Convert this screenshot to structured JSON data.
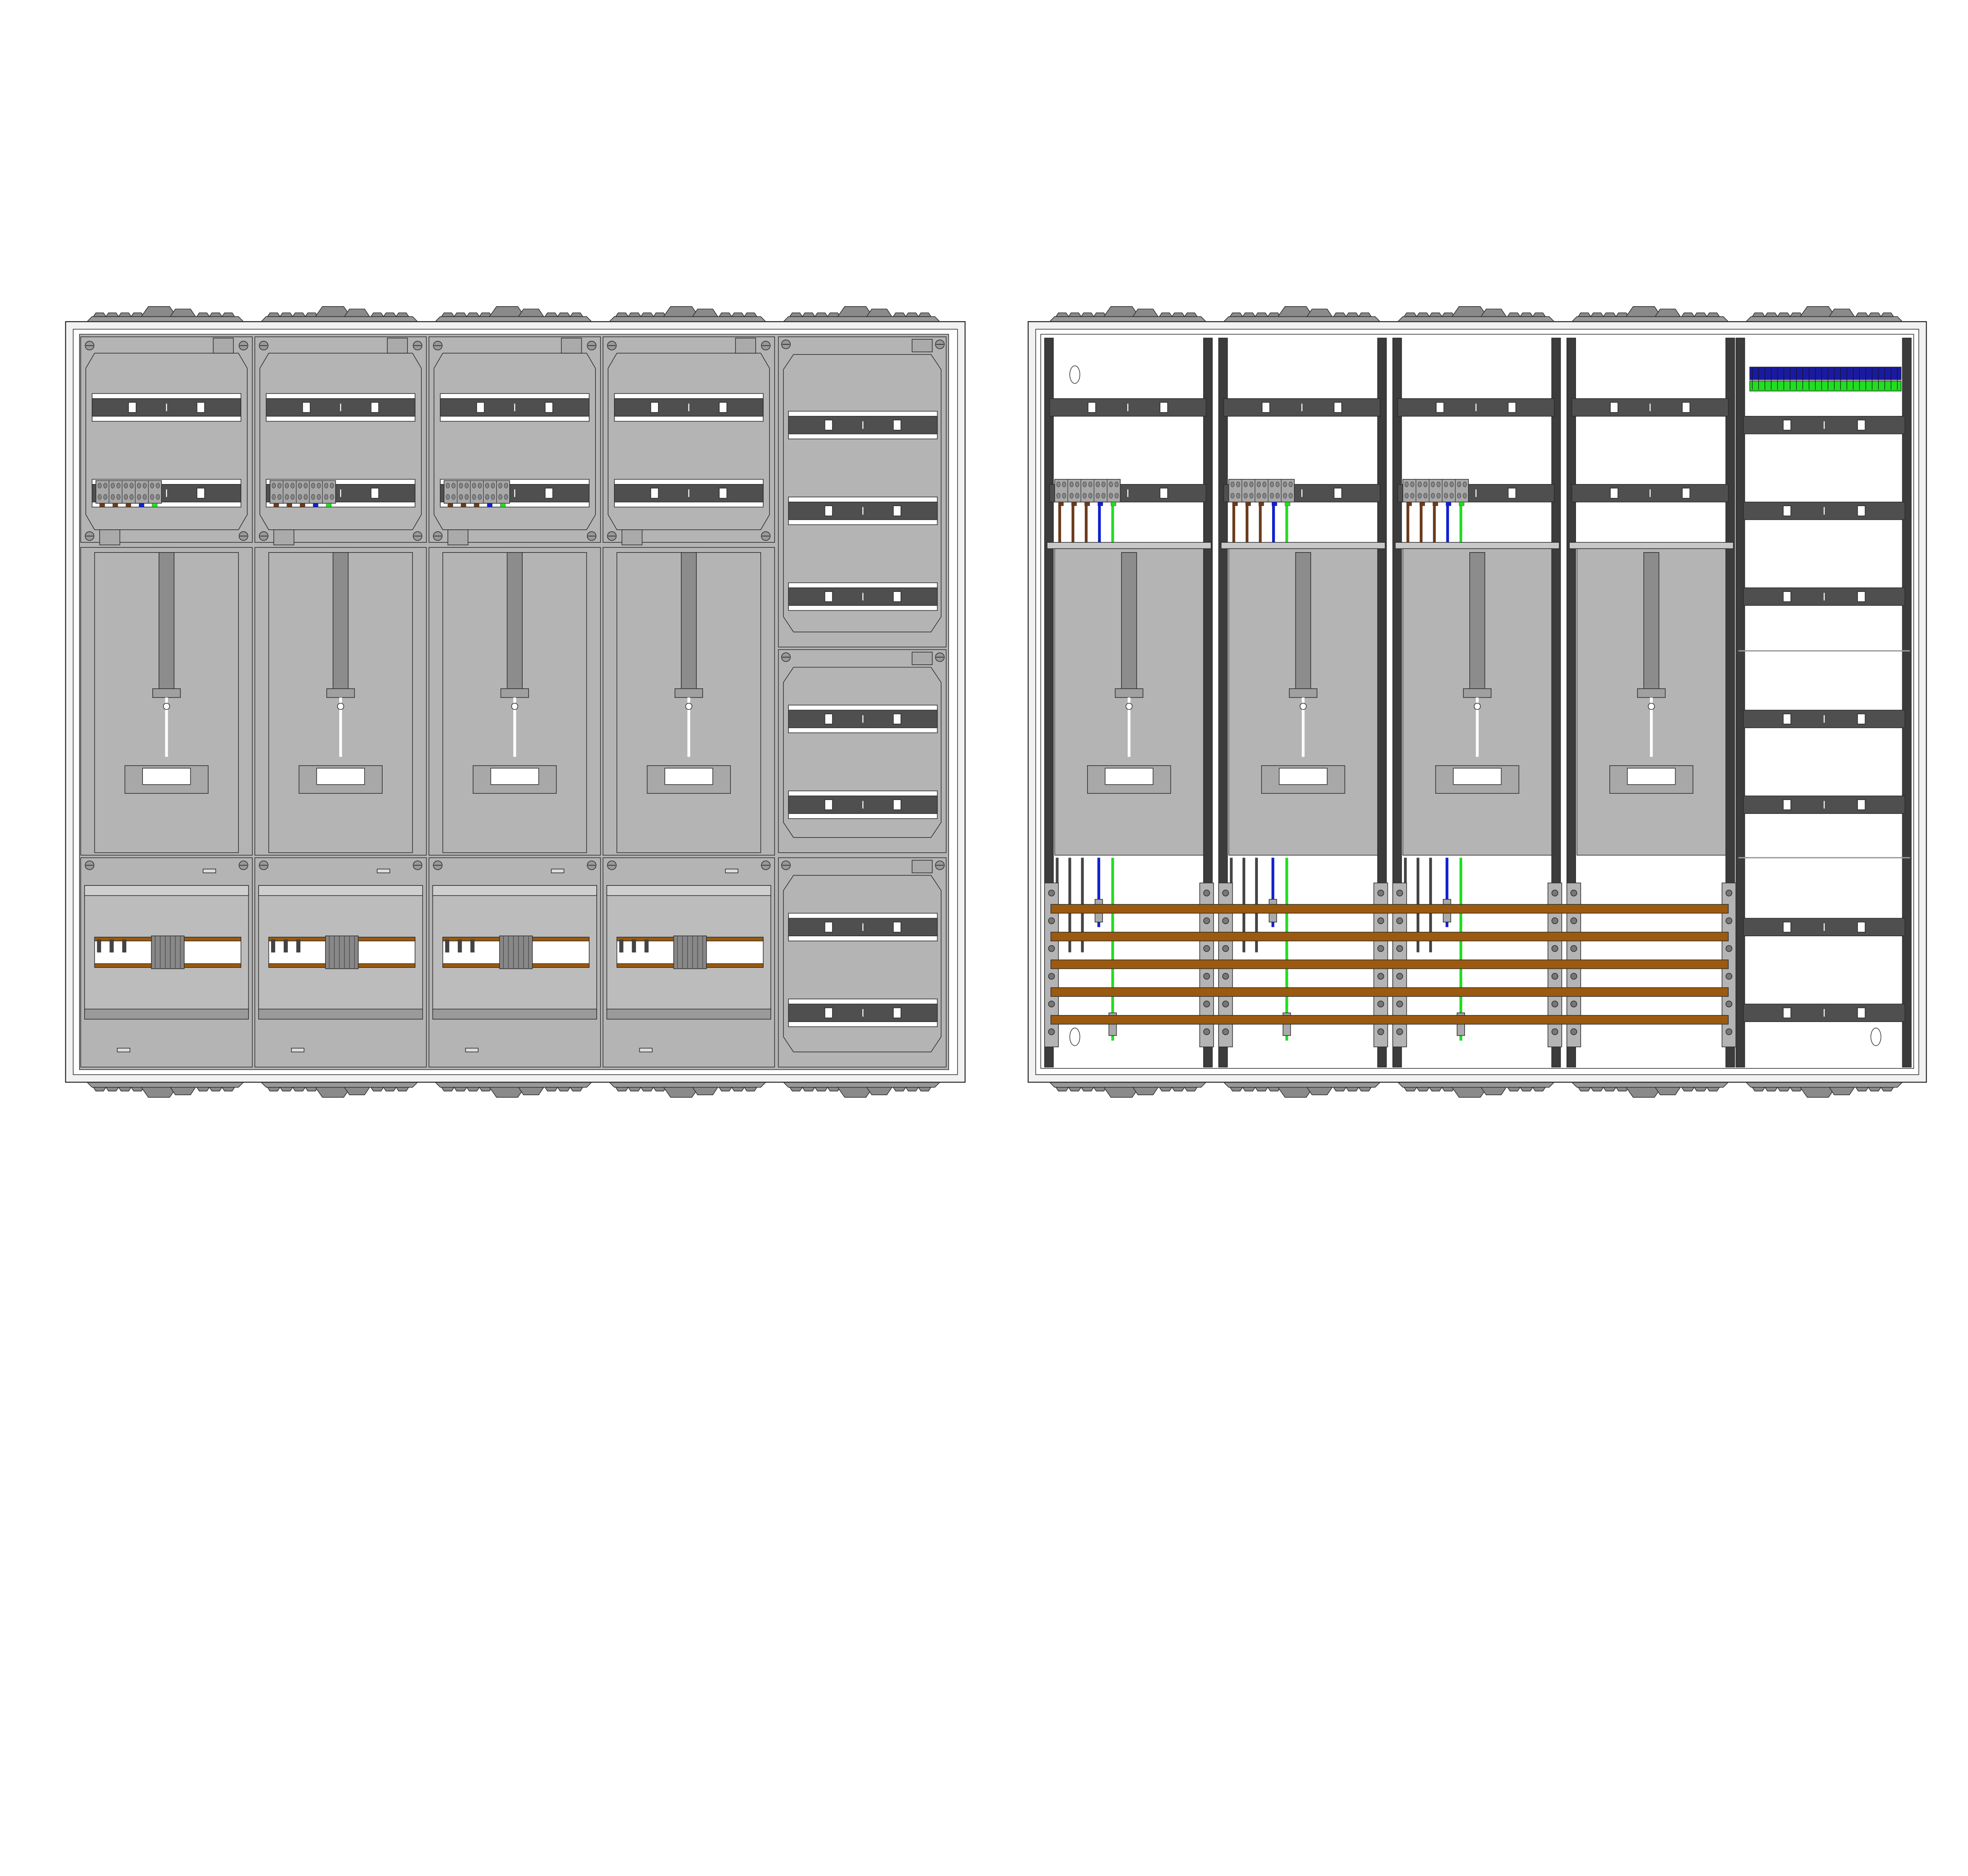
{
  "drawing": {
    "front_view": {
      "meter_fields": 4,
      "distribution_panels": 3,
      "terminal_blocks": 3
    },
    "open_view": {
      "meter_fields": 4,
      "busbar_count": 5,
      "distribution_rails": 7,
      "terminal_blocks": 3
    }
  },
  "colors": {
    "panel_gray": "#b4b4b4",
    "rail_dark": "#4f4f4f",
    "frame": "#f2f2f2",
    "outline": "#2a2a2a",
    "busbar_copper": "#9b5a0f",
    "wire_brown": "#6b3a1a",
    "wire_black": "#444444",
    "wire_blue": "#1020d0",
    "wire_green": "#22dd22",
    "gland_gray": "#8a8a8a",
    "terminal_blue": "#1a1aa0"
  }
}
